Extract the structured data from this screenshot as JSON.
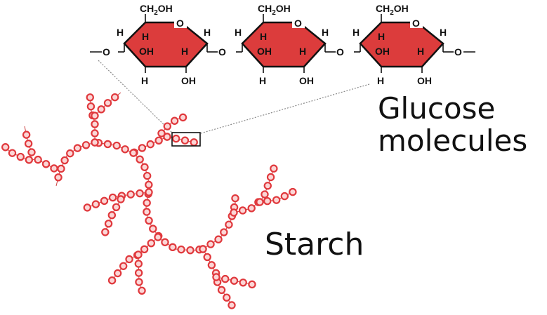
{
  "molecule": {
    "ring_labels": {
      "ch2oh_main": "CH",
      "ch2oh_sub": "2",
      "ch2oh_tail": "OH",
      "ring_oxygen": "O",
      "h_upper_left": "H",
      "h_inner_top": "H",
      "oh_inner": "OH",
      "h_inner_right": "H",
      "h_upper_right": "H",
      "h_bottom": "H",
      "oh_bottom": "OH"
    },
    "linker_oxygen": "O",
    "ring_count": 3
  },
  "labels": {
    "glucose_line1": "Glucose",
    "glucose_line2": "molecules",
    "starch": "Starch"
  },
  "colors": {
    "ring_fill": "#dc3c3c",
    "bead_stroke": "#e0383c",
    "bead_fill": "#fbd6d6"
  }
}
